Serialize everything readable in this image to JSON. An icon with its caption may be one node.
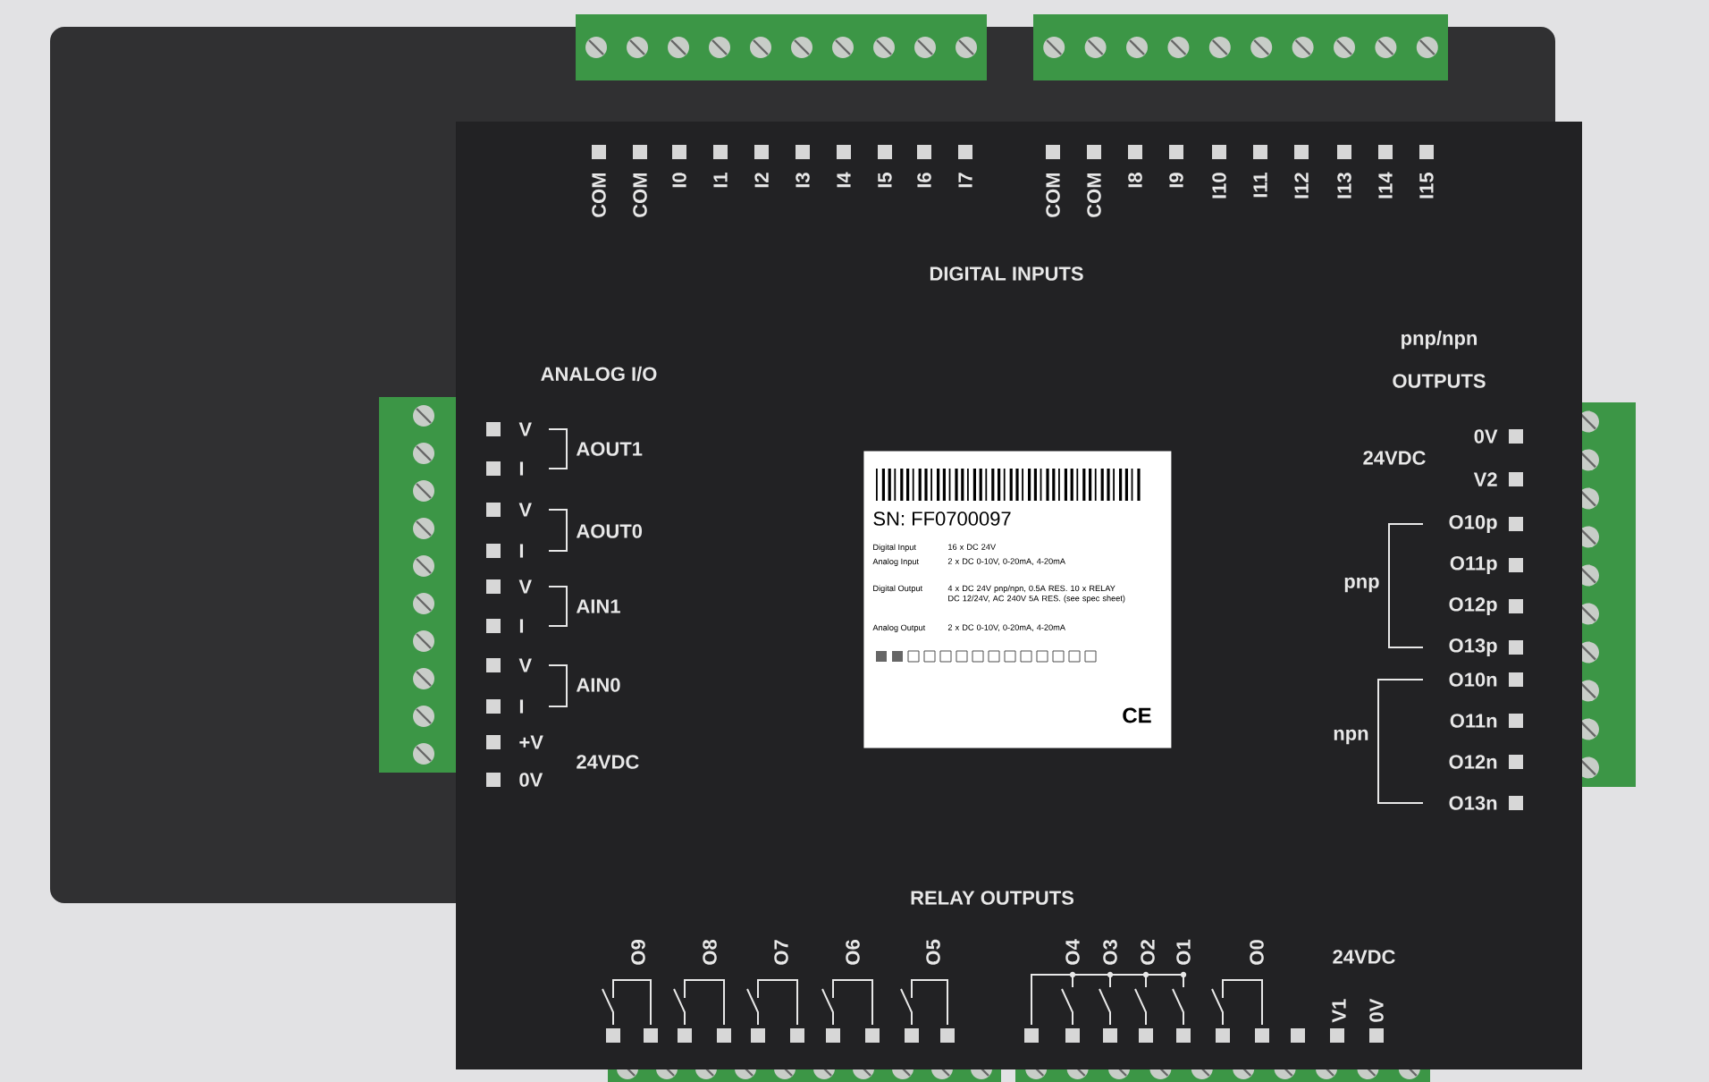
{
  "diagram": {
    "nodes": [
      {
        "text": [
          "SN: FF0700097",
          "Digital Input",
          "16 x DC 24V",
          "Analog Input",
          "2 x DC 0-10V, 0-20mA, 4-20mA",
          "Digital Output",
          "4 x DC 24V pnp/npn, 0.5A RES. 10 x RELAY DC 12/24V, AC 240V 5A RES. (see spec sheet)",
          "Analog Output",
          "2 x DC 0-10V, 0-20mA, 4-20mA",
          "CE"
        ]
      }
    ],
    "labels": [
      "COM",
      "COM",
      "I0",
      "I1",
      "I2",
      "I3",
      "I4",
      "I5",
      "I6",
      "I7",
      "COM",
      "COM",
      "I8",
      "I9",
      "I10",
      "I11",
      "I12",
      "I13",
      "I14",
      "I15",
      "DIGITAL INPUTS",
      "ANALOG I/O",
      "V",
      "I",
      "V",
      "I",
      "V",
      "I",
      "V",
      "I",
      "+V",
      "0V",
      "AOUT1",
      "AOUT0",
      "AIN1",
      "AIN0",
      "24VDC",
      "pnp/npn",
      "OUTPUTS",
      "24VDC",
      "0V",
      "V2",
      "O10p",
      "O11p",
      "O12p",
      "O13p",
      "pnp",
      "O10n",
      "O11n",
      "O12n",
      "O13n",
      "npn",
      "RELAY OUTPUTS",
      "O9",
      "O8",
      "O7",
      "O6",
      "O5",
      "O4",
      "O3",
      "O2",
      "O1",
      "O0",
      "24VDC",
      "V1",
      "0V"
    ]
  }
}
